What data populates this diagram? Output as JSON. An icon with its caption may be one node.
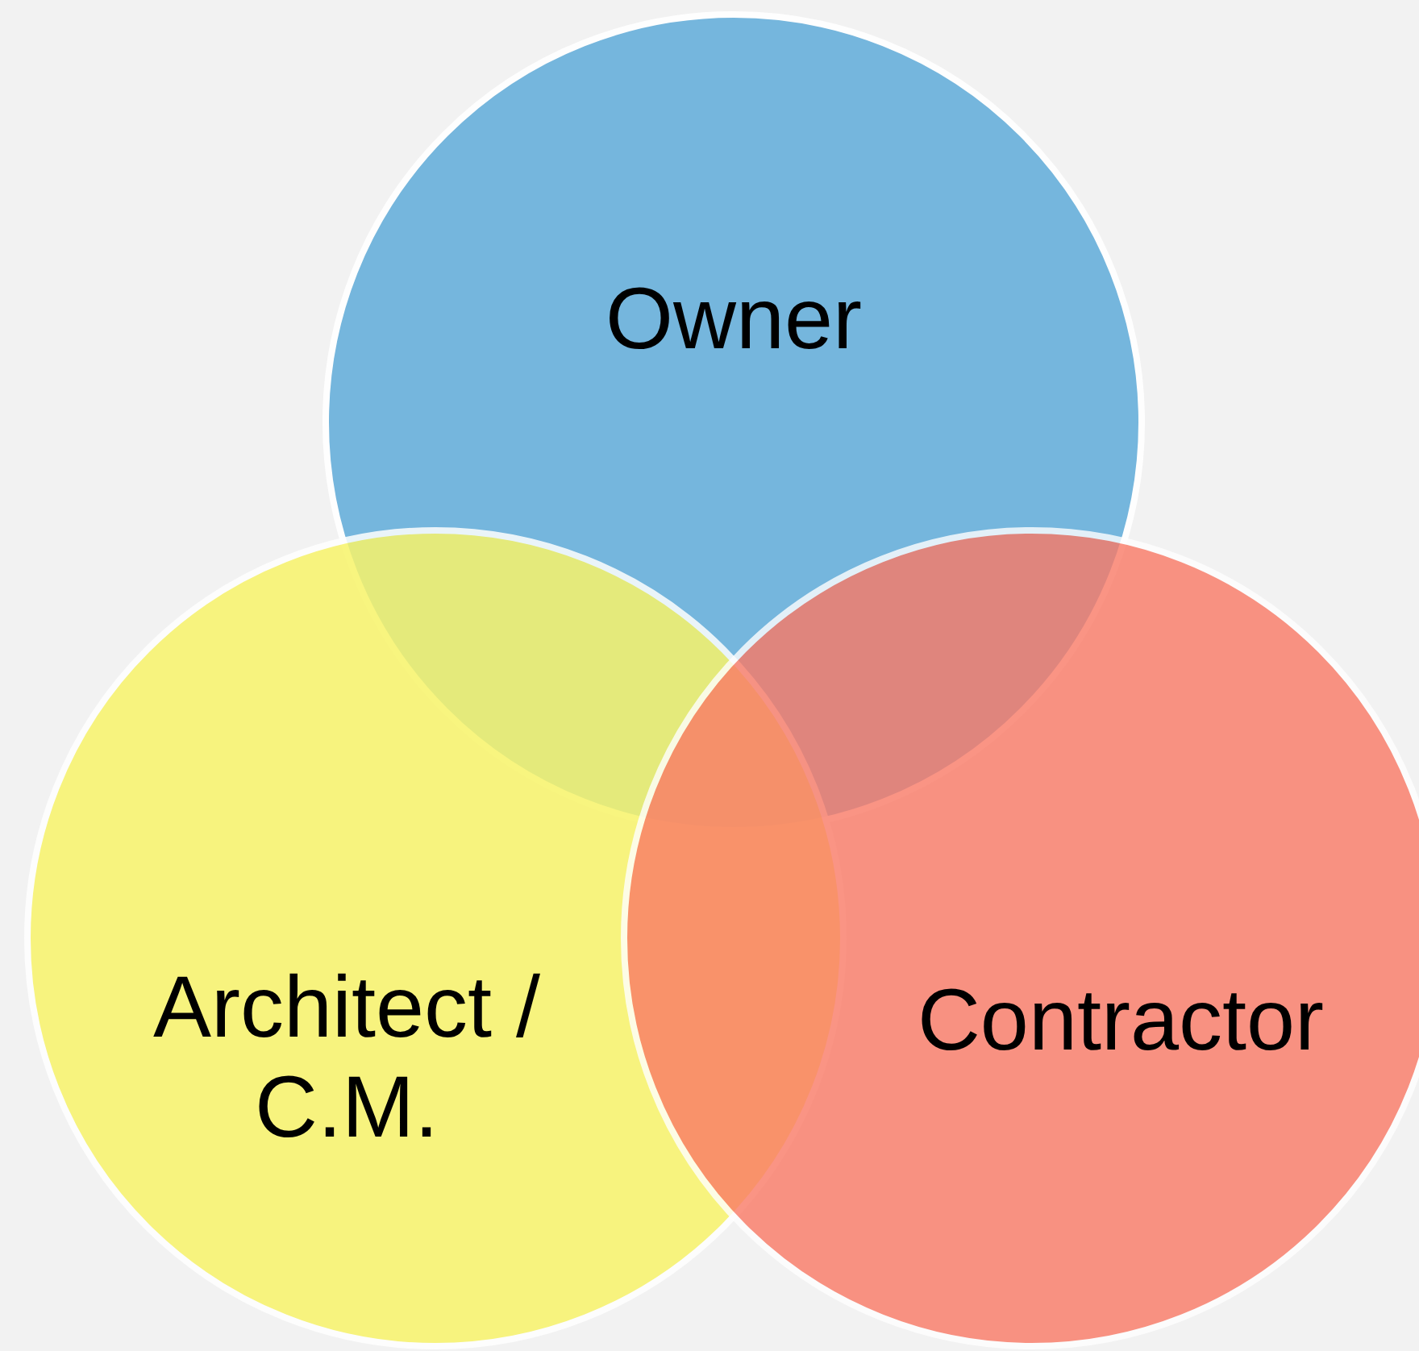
{
  "diagram": {
    "nodes": [
      {
        "text": [
          "Owner"
        ]
      },
      {
        "text": [
          "Architect / C.M."
        ]
      },
      {
        "text": [
          "Contractor"
        ]
      }
    ]
  }
}
